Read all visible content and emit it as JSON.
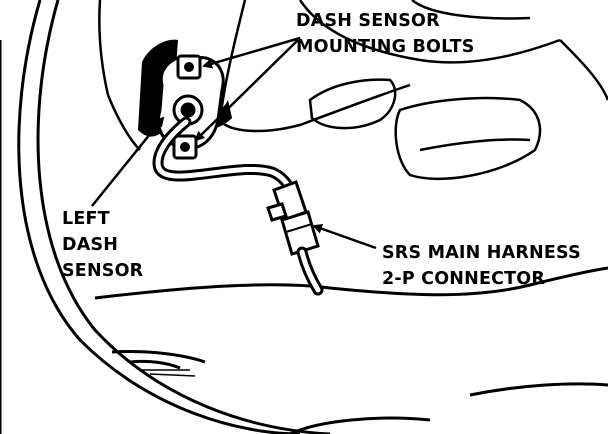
{
  "labels": {
    "mounting_bolts": {
      "line1": "DASH SENSOR",
      "line2": "MOUNTING BOLTS"
    },
    "left_dash_sensor": {
      "line1": "LEFT",
      "line2": "DASH",
      "line3": "SENSOR"
    },
    "srs_connector": {
      "line1": "SRS MAIN HARNESS",
      "line2": "2-P CONNECTOR"
    }
  },
  "colors": {
    "ink": "#000000",
    "paper": "#ffffff"
  }
}
